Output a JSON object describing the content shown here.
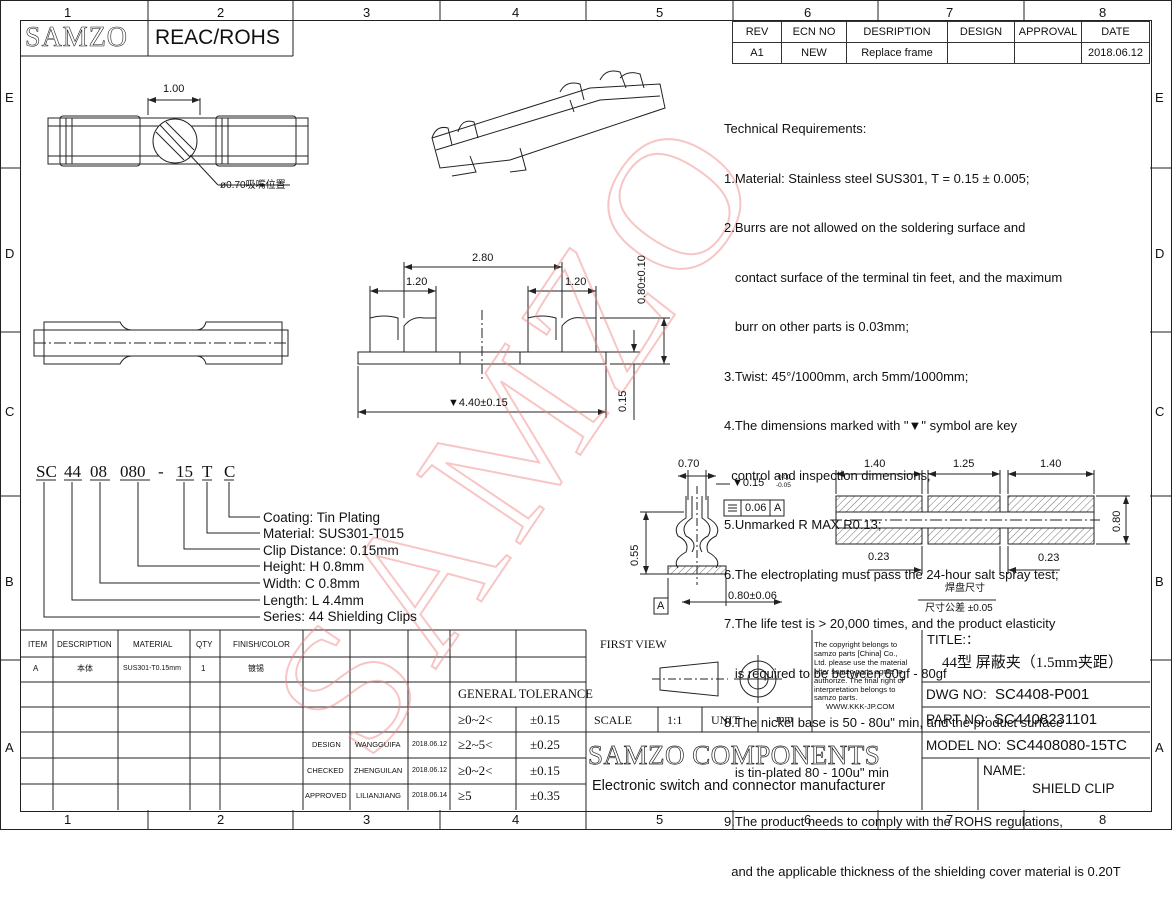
{
  "zones": {
    "cols": [
      "1",
      "2",
      "3",
      "4",
      "5",
      "6",
      "7",
      "8"
    ],
    "rows": [
      "E",
      "D",
      "C",
      "B",
      "A"
    ]
  },
  "header": {
    "logo": "SAMZO",
    "standard": "REAC/ROHS"
  },
  "revision": {
    "headers": [
      "REV",
      "ECN NO",
      "DESRIPTION",
      "DESIGN",
      "APPROVAL",
      "DATE"
    ],
    "row": [
      "A1",
      "NEW",
      "Replace frame",
      "",
      "",
      "2018.06.12"
    ]
  },
  "requirements": [
    "Technical Requirements:",
    "1.Material: Stainless steel SUS301, T = 0.15 ± 0.005;",
    "2.Burrs are not allowed on the soldering surface and",
    "   contact surface of the terminal tin feet, and the maximum",
    "   burr on other parts is 0.03mm;",
    "3.Twist: 45°/1000mm, arch 5mm/1000mm;",
    "4.The dimensions marked with \"▼\" symbol are key",
    "  control and inspection dimensions;",
    "5.Unmarked R MAX R0.13;",
    "6.The electroplating must pass the 24-hour salt spray test;",
    "7.The life test is > 20,000 times, and the product elasticity",
    "   is required to be between 60gf - 80gf",
    "8.The nickel base is 50 - 80u\" min, and the product surface",
    "   is tin-plated 80 - 100u\" min",
    "9.The product needs to comply with the ROHS regulations,",
    "  and the applicable thickness of the shielding cover material is 0.20T"
  ],
  "dims": {
    "top_pitch": "1.00",
    "suction": "ø0.70吸嘴位置",
    "total_span": "2.80",
    "left_w": "1.20",
    "right_w": "1.20",
    "height": "0.80±0.10",
    "thickness": "0.15",
    "length": "▼4.40±0.15",
    "end_w": "0.70",
    "end_t": "▼0.15",
    "end_t_tol_top": "0.00",
    "end_t_tol_bot": "-0.05",
    "end_h": "0.55",
    "end_base": "0.80±0.06",
    "flat_tol": "0.06",
    "datum": "A",
    "pad_l": "1.40",
    "pad_m": "1.25",
    "pad_r": "1.40",
    "pad_h": "0.80",
    "gap_l": "0.23",
    "gap_r": "0.23",
    "pad_note1": "焊盘尺寸",
    "pad_note2": "尺寸公差 ±0.05"
  },
  "part_code": {
    "parts": [
      "SC",
      "44",
      "08",
      "080",
      "-",
      "15",
      "T",
      "C"
    ],
    "legend": [
      "Coating: Tin Plating",
      "Material: SUS301-T015",
      "Clip Distance: 0.15mm",
      "Height: H 0.8mm",
      "Width: C 0.8mm",
      "Length: L 4.4mm",
      "Series: 44 Shielding Clips"
    ]
  },
  "bom": {
    "headers": [
      "ITEM",
      "DESCRIPTION",
      "MATERIAL",
      "QTY",
      "FINISH/COLOR"
    ],
    "row": [
      "A",
      "本体",
      "SUS301-T0.15mm",
      "1",
      "镀锡"
    ]
  },
  "tolerance": {
    "title": "GENERAL TOLERANCE",
    "rows": [
      [
        "≥0~2<",
        "±0.15"
      ],
      [
        "≥2~5<",
        "±0.25"
      ],
      [
        "≥0~2<",
        "±0.15"
      ],
      [
        "≥5",
        "±0.35"
      ]
    ]
  },
  "signoff": [
    {
      "role": "DESIGN",
      "name": "WANGGUIFA",
      "date": "2018.06.12"
    },
    {
      "role": "CHECKED",
      "name": "ZHENGUILAN",
      "date": "2018.06.12"
    },
    {
      "role": "APPROVED",
      "name": "LILIANJIANG",
      "date": "2018.06.14"
    }
  ],
  "view": {
    "label": "FIRST VIEW",
    "scale_label": "SCALE",
    "scale": "1:1",
    "unit_label": "UNIT",
    "unit": "mm"
  },
  "copyright": [
    "The copyright belongs to",
    "samzo parts [China] Co.,",
    "Ltd. please use the material",
    "after samzo parts agree to",
    "authorize. The final right of",
    "interpretation belongs to",
    "samzo parts.",
    "WWW.KKK-JP.COM"
  ],
  "company": {
    "name": "SAMZO COMPONENTS",
    "tagline": "Electronic switch and connector manufacturer"
  },
  "titleblock": {
    "title_label": "TITLE:：",
    "title": "44型 屏蔽夹（1.5mm夹距）",
    "dwg_label": "DWG NO:",
    "dwg": "SC4408-P001",
    "part_label": "PART NO:",
    "part": "SC4408231101",
    "model_label": "MODEL NO:",
    "model": "SC4408080-15TC",
    "name_label": "NAME:",
    "name": "SHIELD CLIP"
  },
  "watermark": "SAMZO",
  "colors": {
    "line": "#222222",
    "watermark": "#f08080"
  }
}
